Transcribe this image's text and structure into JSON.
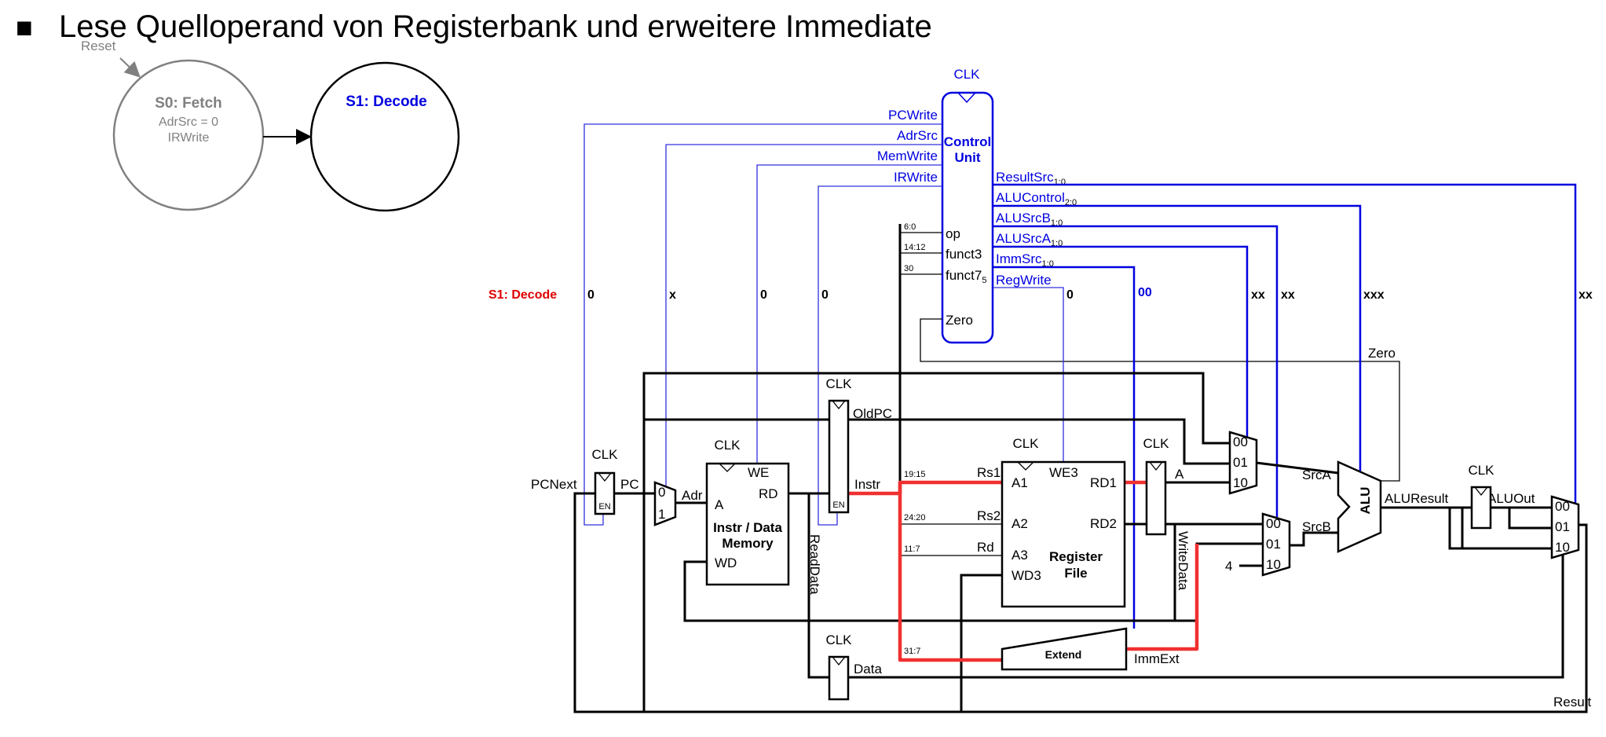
{
  "title": "Lese Quelloperand von Registerbank und erweitere Immediate",
  "bullet": "■",
  "fsm": {
    "reset_label": "Reset",
    "s0": {
      "name": "S0: Fetch",
      "line1": "AdrSrc = 0",
      "line2": "IRWrite"
    },
    "s1": {
      "name": "S1: Decode"
    }
  },
  "state_label": "S1: Decode",
  "control_unit": {
    "clk": "CLK",
    "line1": "Control",
    "line2": "Unit",
    "in_op": "op",
    "in_funct3": "funct3",
    "in_funct7": "funct7",
    "in_funct7_sub": "5",
    "in_zero": "Zero",
    "bits_op": "6:0",
    "bits_funct3": "14:12",
    "bits_funct7": "30"
  },
  "signals": {
    "pcwrite": "PCWrite",
    "adrsrc": "AdrSrc",
    "memwrite": "MemWrite",
    "irwrite": "IRWrite",
    "resultsrc": "ResultSrc",
    "resultsrc_sub": "1:0",
    "alucontrol": "ALUControl",
    "alucontrol_sub": "2:0",
    "alusrcb": "ALUSrcB",
    "alusrcb_sub": "1:0",
    "alusrca": "ALUSrcA",
    "alusrca_sub": "1:0",
    "immsrc": "ImmSrc",
    "immsrc_sub": "1:0",
    "regwrite": "RegWrite"
  },
  "values": {
    "pcwrite": "0",
    "adrsrc": "x",
    "memwrite": "0",
    "irwrite": "0",
    "regwrite": "0",
    "immsrc": "00",
    "alusrca": "xx",
    "alusrcb": "xx",
    "alucontrol": "xxx",
    "resultsrc": "xx"
  },
  "datapath": {
    "clk": "CLK",
    "en": "EN",
    "pcnext": "PCNext",
    "pc": "PC",
    "adr": "Adr",
    "mux0": "0",
    "mux1": "1",
    "mem_we": "WE",
    "mem_a": "A",
    "mem_rd": "RD",
    "mem_wd": "WD",
    "mem_name1": "Instr / Data",
    "mem_name2": "Memory",
    "instr": "Instr",
    "oldpc": "OldPC",
    "readdata": "ReadData",
    "data": "Data",
    "rf_a1": "A1",
    "rf_a2": "A2",
    "rf_a3": "A3",
    "rf_wd3": "WD3",
    "rf_we3": "WE3",
    "rf_rd1": "RD1",
    "rf_rd2": "RD2",
    "rf_name1": "Register",
    "rf_name2": "File",
    "rs1": "Rs1",
    "rs2": "Rs2",
    "rd": "Rd",
    "bits_rs1": "19:15",
    "bits_rs2": "24:20",
    "bits_rd": "11:7",
    "bits_imm": "31:7",
    "extend": "Extend",
    "immext": "ImmExt",
    "writedata": "WriteData",
    "a": "A",
    "m00": "00",
    "m01": "01",
    "m10": "10",
    "four": "4",
    "srca": "SrcA",
    "srcb": "SrcB",
    "alu": "ALU",
    "aluresult": "ALUResult",
    "aluout": "ALUOut",
    "zero": "Zero",
    "result": "Result"
  },
  "colors": {
    "control": "#0000e0",
    "highlight": "#f03030",
    "state_label": "#e00000",
    "inactive": "#808080"
  }
}
